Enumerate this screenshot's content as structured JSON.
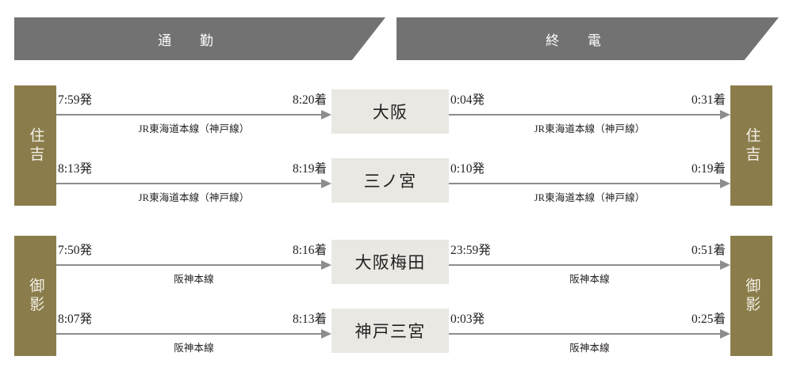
{
  "headers": [
    {
      "label": "通　勤"
    },
    {
      "label": "終　電"
    }
  ],
  "groups": [
    {
      "origin": "住吉",
      "destination": "住吉",
      "rows": [
        {
          "hub": "大阪",
          "outbound": {
            "depart": "7:59発",
            "arrive": "8:20着",
            "line": "JR東海道本線（神戸線）"
          },
          "inbound": {
            "depart": "0:04発",
            "arrive": "0:31着",
            "line": "JR東海道本線（神戸線）"
          }
        },
        {
          "hub": "三ノ宮",
          "outbound": {
            "depart": "8:13発",
            "arrive": "8:19着",
            "line": "JR東海道本線（神戸線）"
          },
          "inbound": {
            "depart": "0:10発",
            "arrive": "0:19着",
            "line": "JR東海道本線（神戸線）"
          }
        }
      ]
    },
    {
      "origin": "御影",
      "destination": "御影",
      "rows": [
        {
          "hub": "大阪梅田",
          "outbound": {
            "depart": "7:50発",
            "arrive": "8:16着",
            "line": "阪神本線"
          },
          "inbound": {
            "depart": "23:59発",
            "arrive": "0:51着",
            "line": "阪神本線"
          }
        },
        {
          "hub": "神戸三宮",
          "outbound": {
            "depart": "8:07発",
            "arrive": "8:13着",
            "line": "阪神本線"
          },
          "inbound": {
            "depart": "0:03発",
            "arrive": "0:25着",
            "line": "阪神本線"
          }
        }
      ]
    }
  ],
  "colors": {
    "header_band": "#727272",
    "endcap": "#8b7d4b",
    "hub_box": "#e9e8e3",
    "arrow": "#8d8d8d",
    "text": "#231f20",
    "background": "#ffffff"
  }
}
